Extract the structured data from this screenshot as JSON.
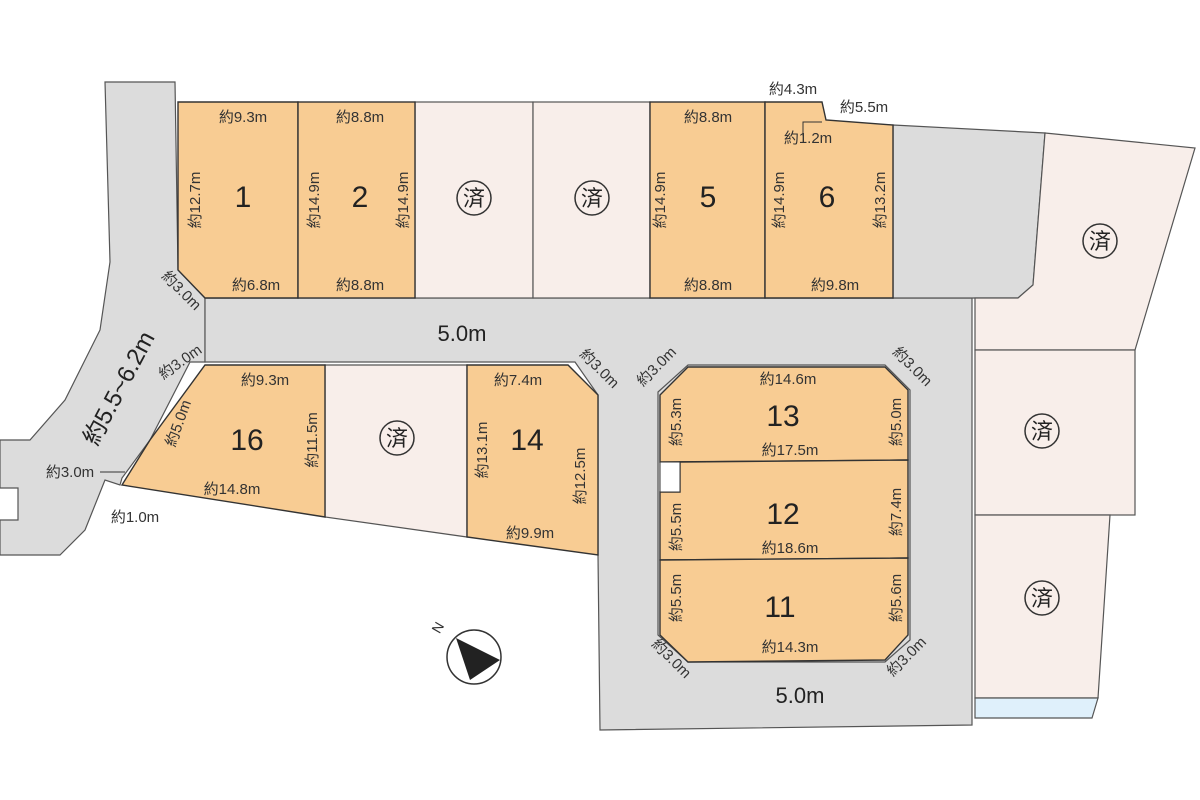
{
  "colors": {
    "road": "#dcdcdc",
    "lot_available": "#f8cc93",
    "lot_sold": "#f8eeea",
    "water": "#dff0fb",
    "outline": "#333333"
  },
  "map": {
    "roads": {
      "main_width": "5.0m",
      "south_width": "5.0m",
      "west_width": "約5.5~6.2m"
    },
    "sold_mark": "済",
    "lots": [
      {
        "number": "1",
        "status": "available",
        "top": "約9.3m",
        "bottom": "約6.8m",
        "left": "約12.7m",
        "corner": "約3.0m"
      },
      {
        "number": "2",
        "status": "available",
        "top": "約8.8m",
        "bottom": "約8.8m",
        "left": "約14.9m",
        "right": "約14.9m"
      },
      {
        "number": "5",
        "status": "available",
        "top": "約8.8m",
        "bottom": "約8.8m",
        "left": "約14.9m"
      },
      {
        "number": "6",
        "status": "available",
        "top_a": "約4.3m",
        "top_b": "約5.5m",
        "notch": "約1.2m",
        "bottom": "約9.8m",
        "left": "約14.9m",
        "right": "約13.2m"
      },
      {
        "number": "16",
        "status": "available",
        "top": "約9.3m",
        "bottom": "約14.8m",
        "left": "約5.0m",
        "right": "約11.5m",
        "corner": "約3.0m",
        "west_a": "約3.0m",
        "west_b": "約1.0m"
      },
      {
        "number": "14",
        "status": "available",
        "top": "約7.4m",
        "bottom": "約9.9m",
        "left": "約13.1m",
        "right": "約12.5m",
        "corner": "約3.0m"
      },
      {
        "number": "13",
        "status": "available",
        "top": "約14.6m",
        "bottom": "約17.5m",
        "left": "約5.3m",
        "right": "約5.0m",
        "corner_l": "約3.0m",
        "corner_r": "約3.0m"
      },
      {
        "number": "12",
        "status": "available",
        "bottom": "約18.6m",
        "left": "約5.5m",
        "right": "約7.4m"
      },
      {
        "number": "11",
        "status": "available",
        "bottom": "約14.3m",
        "left": "約5.5m",
        "right": "約5.6m",
        "corner_l": "約3.0m",
        "corner_r": "約3.0m"
      }
    ],
    "compass": {
      "label": "N"
    }
  }
}
